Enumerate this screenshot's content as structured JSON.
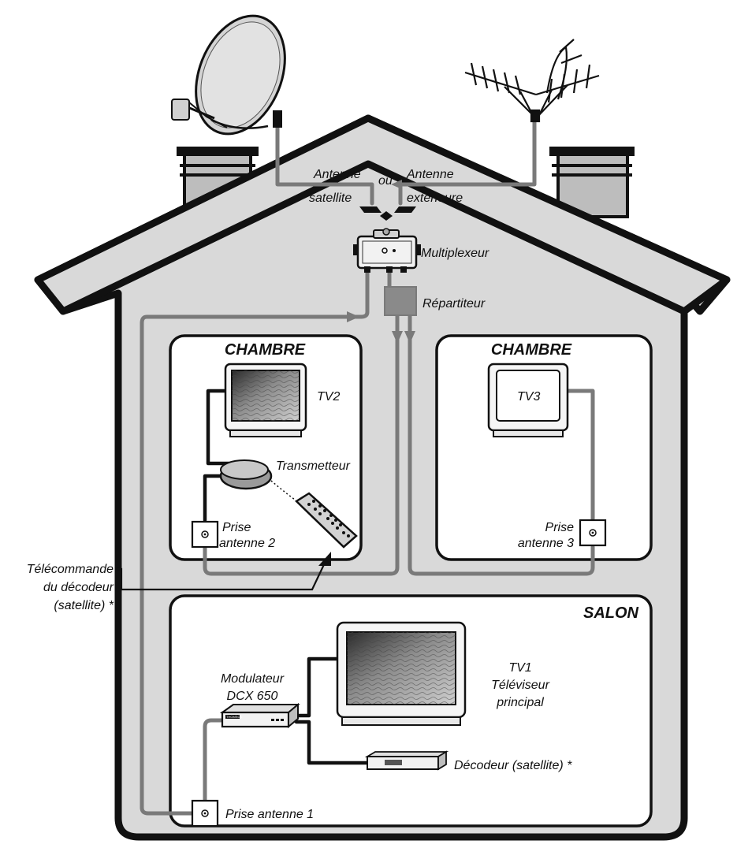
{
  "colors": {
    "house_fill": "#d9d9d9",
    "wall": "#111111",
    "cable_grey": "#7a7a7a",
    "cable_black": "#111111",
    "room_fill": "#ffffff"
  },
  "labels": {
    "antenne_satellite_1": "Antenne",
    "antenne_satellite_2": "satellite",
    "ou": "ou",
    "antenne_ext_1": "Antenne",
    "antenne_ext_2": "extérieure",
    "multiplexeur": "Multiplexeur",
    "repartiteur": "Répartiteur",
    "room_left": "CHAMBRE",
    "room_right": "CHAMBRE",
    "room_salon": "SALON",
    "tv2": "TV2",
    "tv3": "TV3",
    "transmetteur": "Transmetteur",
    "prise2_1": "Prise",
    "prise2_2": "antenne 2",
    "prise3_1": "Prise",
    "prise3_2": "antenne 3",
    "telecommande_1": "Télécommande",
    "telecommande_2": "du décodeur",
    "telecommande_3": "(satellite) *",
    "tv1_1": "TV1",
    "tv1_2": "Téléviseur",
    "tv1_3": "principal",
    "modulateur_1": "Modulateur",
    "modulateur_2": "DCX 650",
    "decodeur": "Décodeur (satellite) *",
    "prise1": "Prise antenne 1",
    "brand": "THOMSON"
  },
  "icons": {
    "satellite_dish": "satellite-dish-icon",
    "terrestrial_antenna": "terrestrial-antenna-icon",
    "multiplexer": "multiplexer-icon",
    "splitter": "splitter-icon",
    "tv": "tv-icon",
    "transmitter": "transmitter-icon",
    "remote": "remote-control-icon",
    "wall_socket": "wall-socket-icon",
    "modulator": "modulator-icon",
    "decoder": "decoder-icon"
  }
}
